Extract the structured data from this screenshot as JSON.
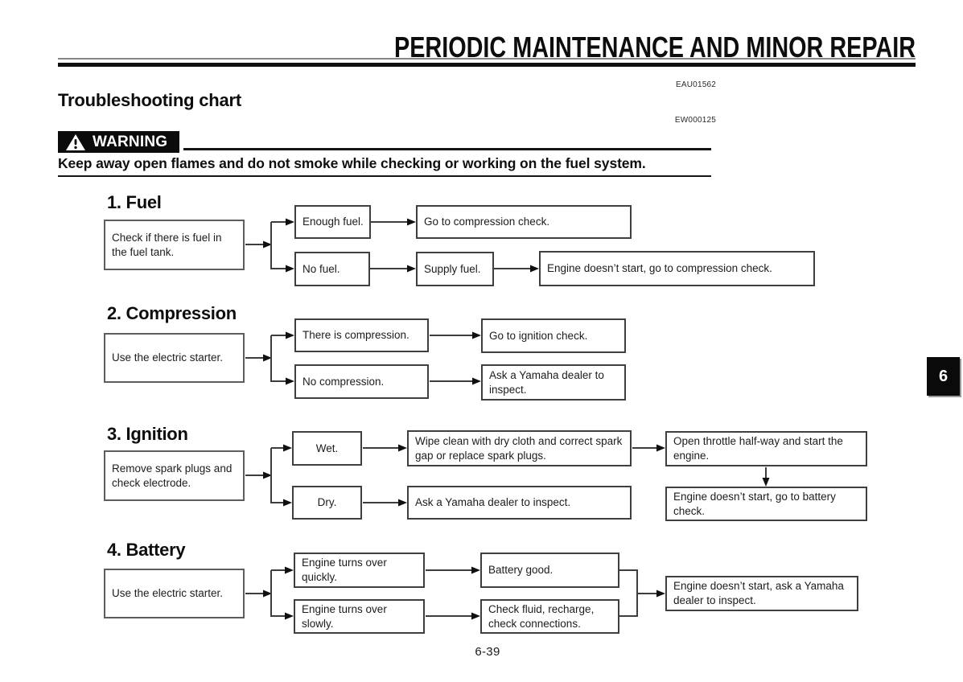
{
  "page": {
    "header_title": "PERIODIC MAINTENANCE AND MINOR REPAIR",
    "code_top": "EAU01562",
    "code_mid": "EW000125",
    "section_title": "Troubleshooting chart",
    "warning_label": "WARNING",
    "warning_text": "Keep away open flames and do not smoke while checking or working on the fuel system.",
    "chapter_tab": "6",
    "page_number": "6-39"
  },
  "colors": {
    "ink": "#0f0f0f",
    "paper": "#ffffff"
  },
  "flowchart": {
    "sections": [
      {
        "heading": "1. Fuel",
        "source": "Check if there is fuel in the fuel tank.",
        "branch1": "Enough fuel.",
        "result1": "Go to compression check.",
        "branch2": "No fuel.",
        "action2": "Supply fuel.",
        "result2": "Engine doesn’t start, go to compression check."
      },
      {
        "heading": "2. Compression",
        "source": "Use the electric starter.",
        "branch1": "There is compression.",
        "result1": "Go to ignition check.",
        "branch2": "No compression.",
        "result2": "Ask a Yamaha dealer to inspect."
      },
      {
        "heading": "3. Ignition",
        "source": "Remove spark plugs and check electrode.",
        "branch1": "Wet.",
        "action1": "Wipe clean with dry cloth and correct spark gap or replace spark plugs.",
        "result1": "Open throttle half-way and start the engine.",
        "result1b": "Engine doesn’t start, go to battery check.",
        "branch2": "Dry.",
        "action2": "Ask a Yamaha dealer to inspect."
      },
      {
        "heading": "4. Battery",
        "source": "Use the electric starter.",
        "branch1": "Engine turns over quickly.",
        "result1": "Battery good.",
        "branch2": "Engine turns over slowly.",
        "result2": "Check fluid, recharge, check connections.",
        "final": "Engine doesn’t start, ask a Yamaha dealer to inspect."
      }
    ]
  }
}
